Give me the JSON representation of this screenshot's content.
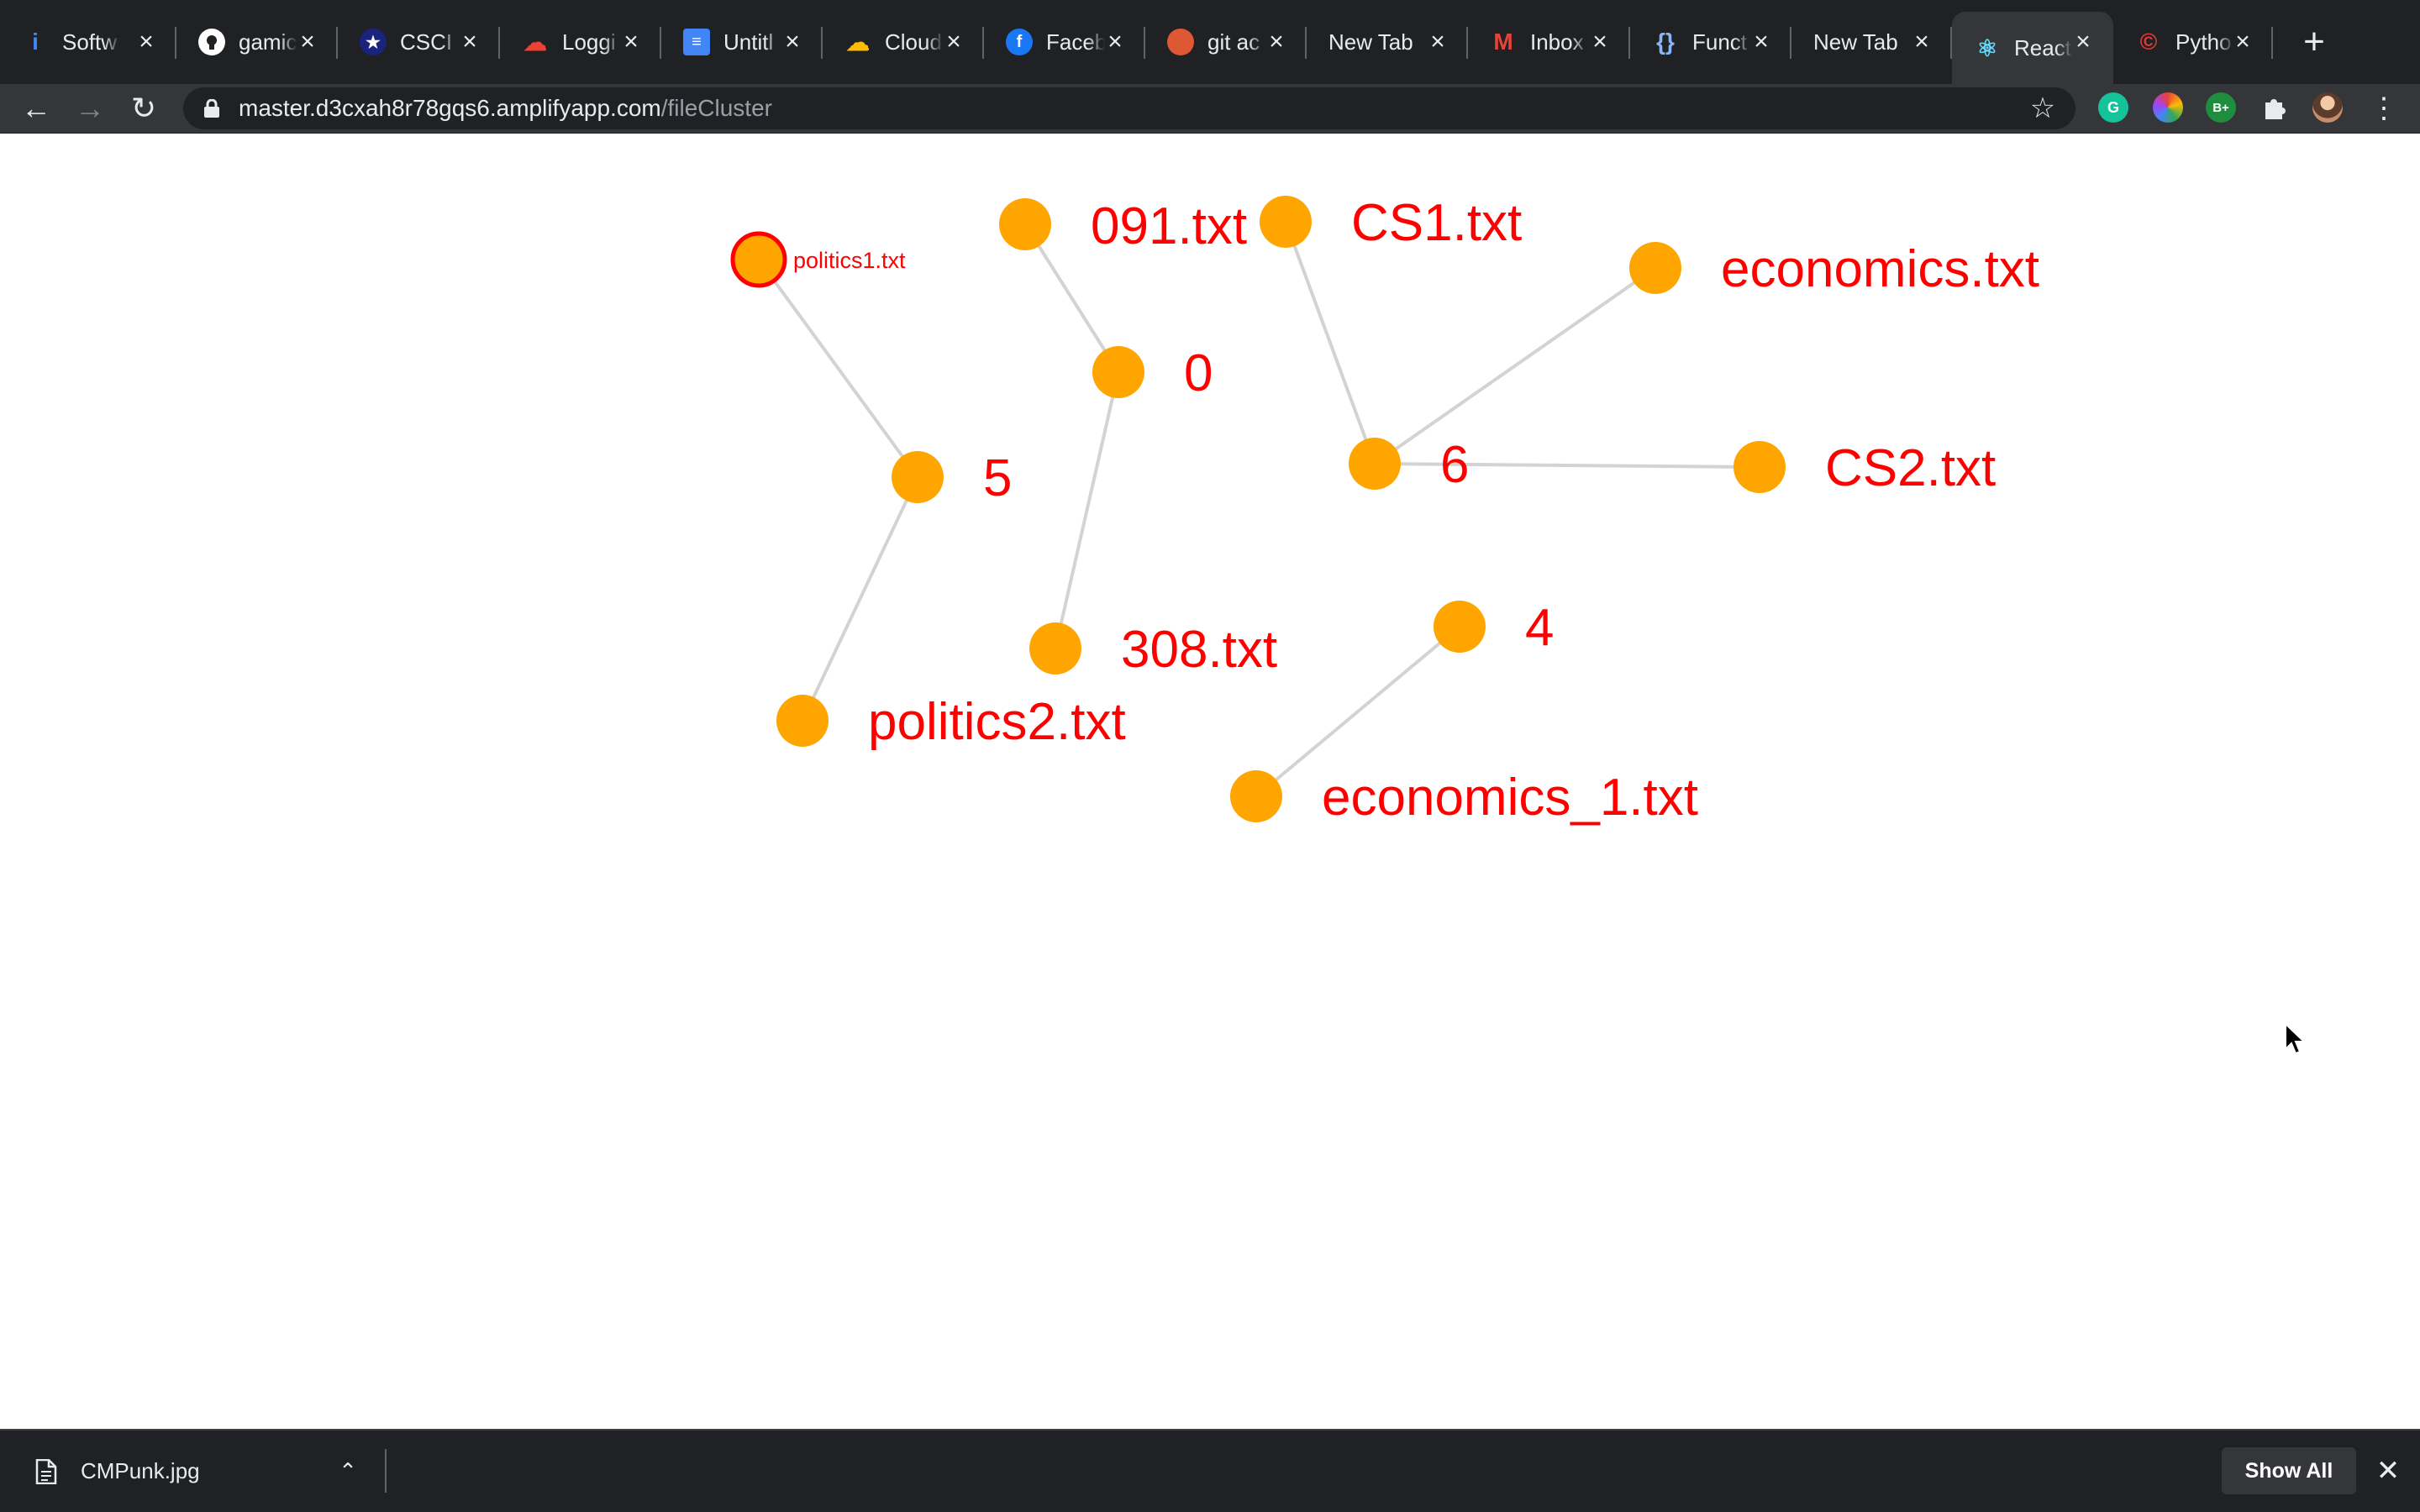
{
  "browser": {
    "tabs": [
      {
        "title": "Softw",
        "icon": "info-icon",
        "color": "#4285f4"
      },
      {
        "title": "gamic",
        "icon": "github-icon",
        "color": "#ffffff"
      },
      {
        "title": "CSCI",
        "icon": "star-badge-icon",
        "color": "#1a237e"
      },
      {
        "title": "Loggi",
        "icon": "google-cloud-icon",
        "color": "#ea4335"
      },
      {
        "title": "Untitl",
        "icon": "google-docs-icon",
        "color": "#4285f4"
      },
      {
        "title": "Cloud",
        "icon": "google-cloud-icon",
        "color": "#fbbc04"
      },
      {
        "title": "Faceb",
        "icon": "facebook-icon",
        "color": "#1877f2"
      },
      {
        "title": "git ac",
        "icon": "duckduckgo-icon",
        "color": "#de5833"
      },
      {
        "title": "New Tab",
        "icon": "",
        "color": ""
      },
      {
        "title": "Inbox",
        "icon": "gmail-icon",
        "color": "#ea4335"
      },
      {
        "title": "Funct",
        "icon": "code-brackets-icon",
        "color": "#8ab4f8"
      },
      {
        "title": "New Tab",
        "icon": "",
        "color": ""
      },
      {
        "title": "React",
        "icon": "react-icon",
        "color": "#61dafb",
        "active": true
      },
      {
        "title": "Pytho",
        "icon": "python-icon",
        "color": "#e53935"
      }
    ],
    "url_host": "master.d3cxah8r78gqs6.amplifyapp.com",
    "url_path": "/fileCluster"
  },
  "graph": {
    "node_color": "#ffa500",
    "label_color": "#ff0000",
    "edge_color": "#d3d3d3",
    "selected_stroke": "#ff0000",
    "nodes": [
      {
        "id": "politics1.txt",
        "label": "politics1.txt",
        "selected": true
      },
      {
        "id": "091.txt",
        "label": "091.txt"
      },
      {
        "id": "CS1.txt",
        "label": "CS1.txt"
      },
      {
        "id": "economics.txt",
        "label": "economics.txt"
      },
      {
        "id": "0",
        "label": "0"
      },
      {
        "id": "5",
        "label": "5"
      },
      {
        "id": "6",
        "label": "6"
      },
      {
        "id": "CS2.txt",
        "label": "CS2.txt"
      },
      {
        "id": "4",
        "label": "4"
      },
      {
        "id": "308.txt",
        "label": "308.txt"
      },
      {
        "id": "politics2.txt",
        "label": "politics2.txt"
      },
      {
        "id": "economics_1.txt",
        "label": "economics_1.txt"
      }
    ],
    "edges": [
      [
        "politics1.txt",
        "5"
      ],
      [
        "5",
        "politics2.txt"
      ],
      [
        "091.txt",
        "0"
      ],
      [
        "0",
        "308.txt"
      ],
      [
        "CS1.txt",
        "6"
      ],
      [
        "economics.txt",
        "6"
      ],
      [
        "6",
        "CS2.txt"
      ],
      [
        "4",
        "economics_1.txt"
      ]
    ]
  },
  "downloads": {
    "file_name": "CMPunk.jpg",
    "show_all_label": "Show All"
  }
}
